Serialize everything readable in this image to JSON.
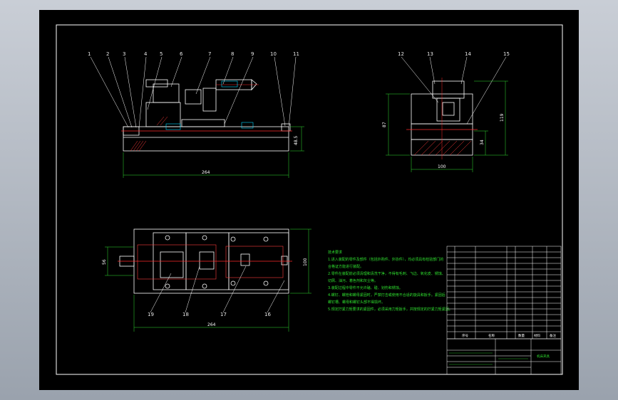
{
  "drawing": {
    "front_view_labels": [
      "1",
      "2",
      "3",
      "4",
      "5",
      "6",
      "7",
      "8",
      "9",
      "10",
      "11"
    ],
    "side_view_labels": [
      "12",
      "13",
      "14",
      "15"
    ],
    "top_view_labels": [
      "19",
      "18",
      "17",
      "16"
    ],
    "dims": {
      "front_length": "264",
      "front_height": "48.5",
      "side_width": "100",
      "side_height_left": "87",
      "side_height_right": "119",
      "side_small": "34",
      "top_length": "264",
      "top_width": "100",
      "top_left": "56"
    },
    "notes_title": "技术要求",
    "notes": [
      "1.进入装配的零件及部件（包括外购件、外协件），均必须具有检验部门的",
      "合格证方能进行装配。",
      "2.零件在装配前必须清理和清洗干净，不得有毛刺、飞边、氧化皮、锈蚀、",
      "切屑、油污、着色剂和灰尘等。",
      "3.装配过程中零件不允许磕、碰、划伤和锈蚀。",
      "4.螺钉、螺栓和螺母紧固时，严禁打击或使用不合适的旋具和扳手。紧固后",
      "螺钉槽、螺母和螺钉头部不得损坏。",
      "5.规定拧紧力矩要求的紧固件，必须采用力矩扳手，并按规定的拧紧力矩紧固。"
    ],
    "title_block": {
      "col_no": "序号",
      "col_name": "名称",
      "col_qty": "数量",
      "col_mat": "材料",
      "col_note": "备注",
      "drawing_title": "机床夹具"
    }
  },
  "colors": {
    "background": "#000000",
    "outline": "#ffffff",
    "centerline": "#ff2a2a",
    "hatch": "#ff3b3b",
    "dimension": "#2fe02f",
    "accent": "#ff00ff"
  }
}
